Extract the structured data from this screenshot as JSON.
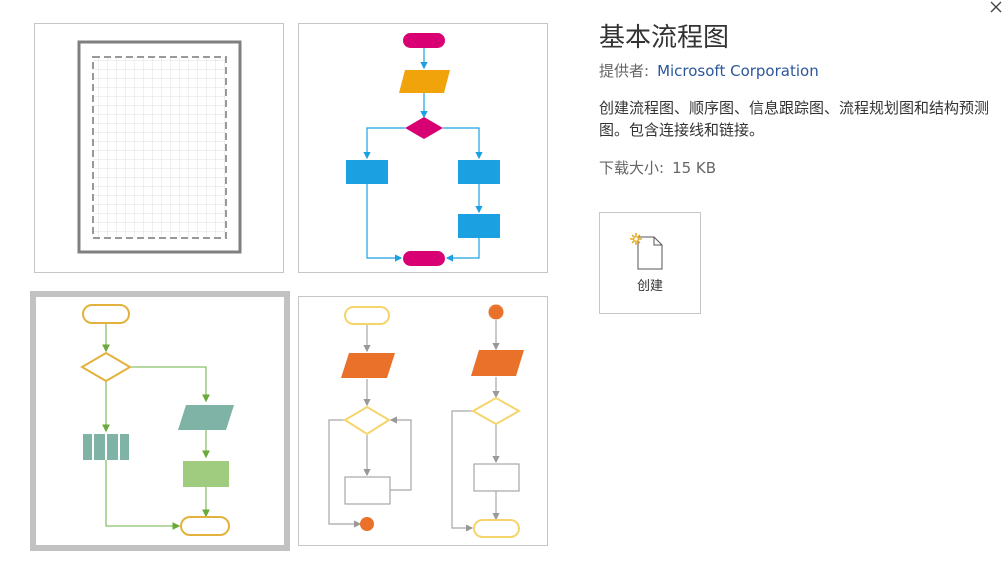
{
  "dialog": {
    "close_icon": "close-icon",
    "title": "基本流程图",
    "provider_label": "提供者:",
    "provider_value": "Microsoft Corporation",
    "description": "创建流程图、顺序图、信息跟踪图、流程规划图和结构预测图。包含连接线和链接。",
    "download_label": "下载大小:",
    "download_value": "15 KB",
    "create_label": "创建",
    "create_icon": "new-file-icon"
  },
  "thumbnails": [
    {
      "name": "blank-page-preview",
      "selected": false
    },
    {
      "name": "blue-flowchart-preview",
      "selected": false
    },
    {
      "name": "green-flowchart-preview",
      "selected": true
    },
    {
      "name": "orange-flowchart-preview",
      "selected": false
    }
  ],
  "colors": {
    "accent_link": "#2b579a",
    "blue_shape": "#1ba1e2",
    "magenta_shape": "#d80073",
    "orange_shape": "#f0a30a",
    "green_outline": "#e3b23c",
    "teal_shape": "#7fb3a5",
    "green_shape": "#a0cc7f",
    "orange2_shape": "#e9712a"
  }
}
